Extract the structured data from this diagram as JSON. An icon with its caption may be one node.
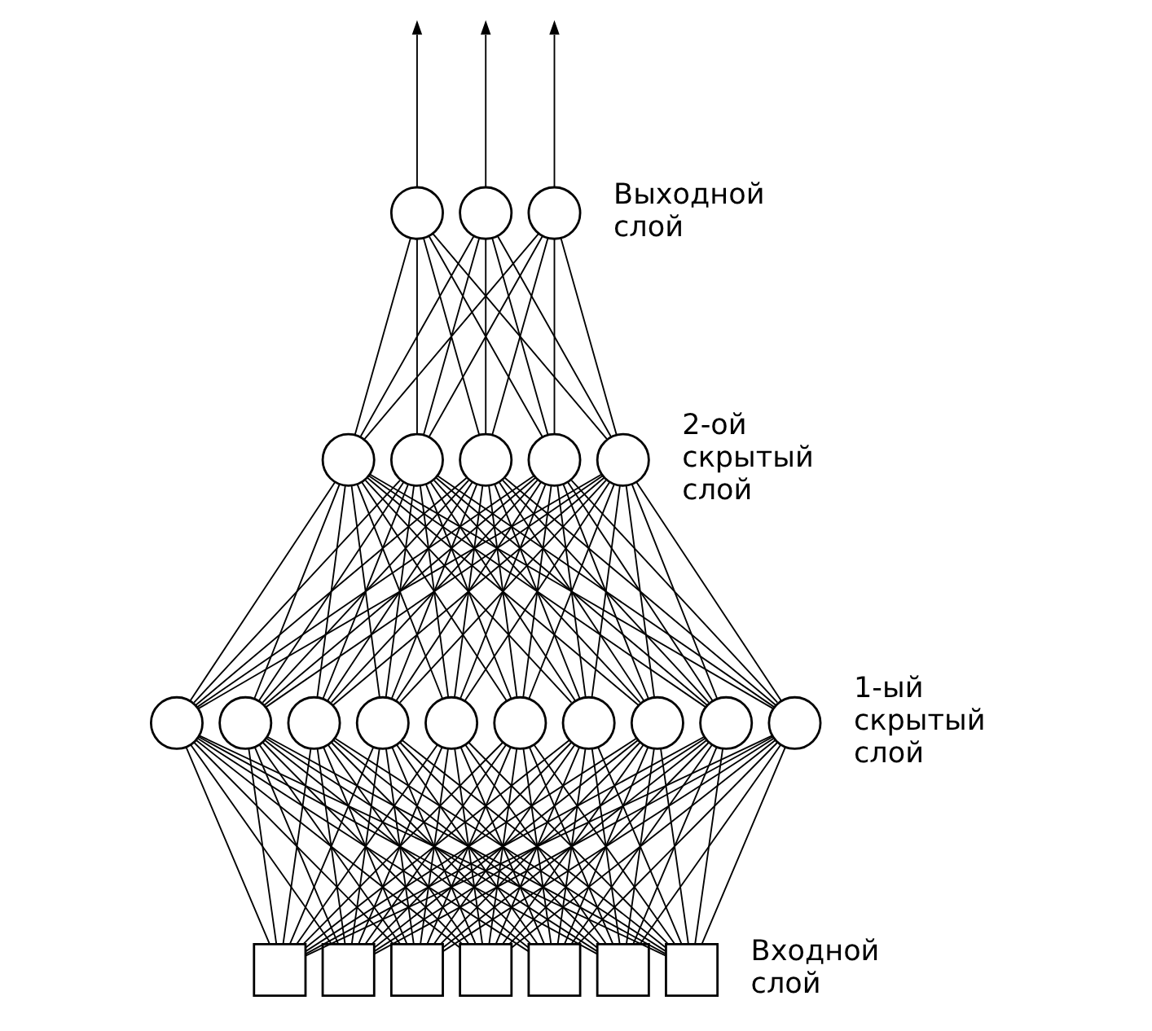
{
  "diagram": {
    "nodes": [
      {
        "text": [],
        "shape": "circle"
      },
      {
        "text": [],
        "shape": "circle"
      },
      {
        "text": [],
        "shape": "circle"
      },
      {
        "text": [],
        "shape": "circle"
      },
      {
        "text": [],
        "shape": "circle"
      },
      {
        "text": [],
        "shape": "circle"
      },
      {
        "text": [],
        "shape": "circle"
      },
      {
        "text": [],
        "shape": "circle"
      },
      {
        "text": [],
        "shape": "circle"
      },
      {
        "text": [],
        "shape": "circle"
      },
      {
        "text": [],
        "shape": "circle"
      },
      {
        "text": [],
        "shape": "circle"
      },
      {
        "text": [],
        "shape": "circle"
      },
      {
        "text": [],
        "shape": "circle"
      },
      {
        "text": [],
        "shape": "circle"
      },
      {
        "text": [],
        "shape": "circle"
      },
      {
        "text": [],
        "shape": "circle"
      },
      {
        "text": [],
        "shape": "circle"
      },
      {
        "text": [],
        "shape": "box"
      },
      {
        "text": [],
        "shape": "box"
      },
      {
        "text": [],
        "shape": "box"
      },
      {
        "text": [],
        "shape": "box"
      },
      {
        "text": [],
        "shape": "box"
      },
      {
        "text": [],
        "shape": "box"
      },
      {
        "text": [],
        "shape": "box"
      }
    ],
    "edges": [
      {
        "from": 0,
        "to": null,
        "arrow": "to"
      },
      {
        "from": 1,
        "to": null,
        "arrow": "to"
      },
      {
        "from": 2,
        "to": null,
        "arrow": "to"
      },
      {
        "from": 3,
        "to": 0,
        "arrow": "none"
      },
      {
        "from": 3,
        "to": 1,
        "arrow": "none"
      },
      {
        "from": 3,
        "to": 2,
        "arrow": "none"
      },
      {
        "from": 4,
        "to": 0,
        "arrow": "none"
      },
      {
        "from": 4,
        "to": 1,
        "arrow": "none"
      },
      {
        "from": 4,
        "to": 2,
        "arrow": "none"
      },
      {
        "from": 5,
        "to": 0,
        "arrow": "none"
      },
      {
        "from": 5,
        "to": 1,
        "arrow": "none"
      },
      {
        "from": 5,
        "to": 2,
        "arrow": "none"
      },
      {
        "from": 6,
        "to": 0,
        "arrow": "none"
      },
      {
        "from": 6,
        "to": 1,
        "arrow": "none"
      },
      {
        "from": 6,
        "to": 2,
        "arrow": "none"
      },
      {
        "from": 7,
        "to": 0,
        "arrow": "none"
      },
      {
        "from": 7,
        "to": 1,
        "arrow": "none"
      },
      {
        "from": 7,
        "to": 2,
        "arrow": "none"
      },
      {
        "from": 8,
        "to": 3,
        "arrow": "none"
      },
      {
        "from": 8,
        "to": 4,
        "arrow": "none"
      },
      {
        "from": 8,
        "to": 5,
        "arrow": "none"
      },
      {
        "from": 8,
        "to": 6,
        "arrow": "none"
      },
      {
        "from": 8,
        "to": 7,
        "arrow": "none"
      },
      {
        "from": 9,
        "to": 3,
        "arrow": "none"
      },
      {
        "from": 9,
        "to": 4,
        "arrow": "none"
      },
      {
        "from": 9,
        "to": 5,
        "arrow": "none"
      },
      {
        "from": 9,
        "to": 6,
        "arrow": "none"
      },
      {
        "from": 9,
        "to": 7,
        "arrow": "none"
      },
      {
        "from": 10,
        "to": 3,
        "arrow": "none"
      },
      {
        "from": 10,
        "to": 4,
        "arrow": "none"
      },
      {
        "from": 10,
        "to": 5,
        "arrow": "none"
      },
      {
        "from": 10,
        "to": 6,
        "arrow": "none"
      },
      {
        "from": 10,
        "to": 7,
        "arrow": "none"
      },
      {
        "from": 11,
        "to": 3,
        "arrow": "none"
      },
      {
        "from": 11,
        "to": 4,
        "arrow": "none"
      },
      {
        "from": 11,
        "to": 5,
        "arrow": "none"
      },
      {
        "from": 11,
        "to": 6,
        "arrow": "none"
      },
      {
        "from": 11,
        "to": 7,
        "arrow": "none"
      },
      {
        "from": 12,
        "to": 3,
        "arrow": "none"
      },
      {
        "from": 12,
        "to": 4,
        "arrow": "none"
      },
      {
        "from": 12,
        "to": 5,
        "arrow": "none"
      },
      {
        "from": 12,
        "to": 6,
        "arrow": "none"
      },
      {
        "from": 12,
        "to": 7,
        "arrow": "none"
      },
      {
        "from": 13,
        "to": 3,
        "arrow": "none"
      },
      {
        "from": 13,
        "to": 4,
        "arrow": "none"
      },
      {
        "from": 13,
        "to": 5,
        "arrow": "none"
      },
      {
        "from": 13,
        "to": 6,
        "arrow": "none"
      },
      {
        "from": 13,
        "to": 7,
        "arrow": "none"
      },
      {
        "from": 14,
        "to": 3,
        "arrow": "none"
      },
      {
        "from": 14,
        "to": 4,
        "arrow": "none"
      },
      {
        "from": 14,
        "to": 5,
        "arrow": "none"
      },
      {
        "from": 14,
        "to": 6,
        "arrow": "none"
      },
      {
        "from": 14,
        "to": 7,
        "arrow": "none"
      },
      {
        "from": 15,
        "to": 3,
        "arrow": "none"
      },
      {
        "from": 15,
        "to": 4,
        "arrow": "none"
      },
      {
        "from": 15,
        "to": 5,
        "arrow": "none"
      },
      {
        "from": 15,
        "to": 6,
        "arrow": "none"
      },
      {
        "from": 15,
        "to": 7,
        "arrow": "none"
      },
      {
        "from": 16,
        "to": 3,
        "arrow": "none"
      },
      {
        "from": 16,
        "to": 4,
        "arrow": "none"
      },
      {
        "from": 16,
        "to": 5,
        "arrow": "none"
      },
      {
        "from": 16,
        "to": 6,
        "arrow": "none"
      },
      {
        "from": 16,
        "to": 7,
        "arrow": "none"
      },
      {
        "from": 17,
        "to": 3,
        "arrow": "none"
      },
      {
        "from": 17,
        "to": 4,
        "arrow": "none"
      },
      {
        "from": 17,
        "to": 5,
        "arrow": "none"
      },
      {
        "from": 17,
        "to": 6,
        "arrow": "none"
      },
      {
        "from": 17,
        "to": 7,
        "arrow": "none"
      },
      {
        "from": 18,
        "to": 8,
        "arrow": "none"
      },
      {
        "from": 18,
        "to": 9,
        "arrow": "none"
      },
      {
        "from": 18,
        "to": 10,
        "arrow": "none"
      },
      {
        "from": 18,
        "to": 11,
        "arrow": "none"
      },
      {
        "from": 18,
        "to": 12,
        "arrow": "none"
      },
      {
        "from": 18,
        "to": 13,
        "arrow": "none"
      },
      {
        "from": 18,
        "to": 14,
        "arrow": "none"
      },
      {
        "from": 18,
        "to": 15,
        "arrow": "none"
      },
      {
        "from": 18,
        "to": 16,
        "arrow": "none"
      },
      {
        "from": 18,
        "to": 17,
        "arrow": "none"
      },
      {
        "from": 19,
        "to": 8,
        "arrow": "none"
      },
      {
        "from": 19,
        "to": 9,
        "arrow": "none"
      },
      {
        "from": 19,
        "to": 10,
        "arrow": "none"
      },
      {
        "from": 19,
        "to": 11,
        "arrow": "none"
      },
      {
        "from": 19,
        "to": 12,
        "arrow": "none"
      },
      {
        "from": 19,
        "to": 13,
        "arrow": "none"
      },
      {
        "from": 19,
        "to": 14,
        "arrow": "none"
      },
      {
        "from": 19,
        "to": 15,
        "arrow": "none"
      },
      {
        "from": 19,
        "to": 16,
        "arrow": "none"
      },
      {
        "from": 19,
        "to": 17,
        "arrow": "none"
      },
      {
        "from": 20,
        "to": 8,
        "arrow": "none"
      },
      {
        "from": 20,
        "to": 9,
        "arrow": "none"
      },
      {
        "from": 20,
        "to": 10,
        "arrow": "none"
      },
      {
        "from": 20,
        "to": 11,
        "arrow": "none"
      },
      {
        "from": 20,
        "to": 12,
        "arrow": "none"
      },
      {
        "from": 20,
        "to": 13,
        "arrow": "none"
      },
      {
        "from": 20,
        "to": 14,
        "arrow": "none"
      },
      {
        "from": 20,
        "to": 15,
        "arrow": "none"
      },
      {
        "from": 20,
        "to": 16,
        "arrow": "none"
      },
      {
        "from": 20,
        "to": 17,
        "arrow": "none"
      },
      {
        "from": 21,
        "to": 8,
        "arrow": "none"
      },
      {
        "from": 21,
        "to": 9,
        "arrow": "none"
      },
      {
        "from": 21,
        "to": 10,
        "arrow": "none"
      },
      {
        "from": 21,
        "to": 11,
        "arrow": "none"
      },
      {
        "from": 21,
        "to": 12,
        "arrow": "none"
      },
      {
        "from": 21,
        "to": 13,
        "arrow": "none"
      },
      {
        "from": 21,
        "to": 14,
        "arrow": "none"
      },
      {
        "from": 21,
        "to": 15,
        "arrow": "none"
      },
      {
        "from": 21,
        "to": 16,
        "arrow": "none"
      },
      {
        "from": 21,
        "to": 17,
        "arrow": "none"
      },
      {
        "from": 22,
        "to": 8,
        "arrow": "none"
      },
      {
        "from": 22,
        "to": 9,
        "arrow": "none"
      },
      {
        "from": 22,
        "to": 10,
        "arrow": "none"
      },
      {
        "from": 22,
        "to": 11,
        "arrow": "none"
      },
      {
        "from": 22,
        "to": 12,
        "arrow": "none"
      },
      {
        "from": 22,
        "to": 13,
        "arrow": "none"
      },
      {
        "from": 22,
        "to": 14,
        "arrow": "none"
      },
      {
        "from": 22,
        "to": 15,
        "arrow": "none"
      },
      {
        "from": 22,
        "to": 16,
        "arrow": "none"
      },
      {
        "from": 22,
        "to": 17,
        "arrow": "none"
      },
      {
        "from": 23,
        "to": 8,
        "arrow": "none"
      },
      {
        "from": 23,
        "to": 9,
        "arrow": "none"
      },
      {
        "from": 23,
        "to": 10,
        "arrow": "none"
      },
      {
        "from": 23,
        "to": 11,
        "arrow": "none"
      },
      {
        "from": 23,
        "to": 12,
        "arrow": "none"
      },
      {
        "from": 23,
        "to": 13,
        "arrow": "none"
      },
      {
        "from": 23,
        "to": 14,
        "arrow": "none"
      },
      {
        "from": 23,
        "to": 15,
        "arrow": "none"
      },
      {
        "from": 23,
        "to": 16,
        "arrow": "none"
      },
      {
        "from": 23,
        "to": 17,
        "arrow": "none"
      },
      {
        "from": 24,
        "to": 8,
        "arrow": "none"
      },
      {
        "from": 24,
        "to": 9,
        "arrow": "none"
      },
      {
        "from": 24,
        "to": 10,
        "arrow": "none"
      },
      {
        "from": 24,
        "to": 11,
        "arrow": "none"
      },
      {
        "from": 24,
        "to": 12,
        "arrow": "none"
      },
      {
        "from": 24,
        "to": 13,
        "arrow": "none"
      },
      {
        "from": 24,
        "to": 14,
        "arrow": "none"
      },
      {
        "from": 24,
        "to": 15,
        "arrow": "none"
      },
      {
        "from": 24,
        "to": 16,
        "arrow": "none"
      },
      {
        "from": 24,
        "to": 17,
        "arrow": "none"
      }
    ],
    "labels": [
      "Выходной слой",
      "2-ой скрытый слой",
      "1-ый скрытый слой",
      "Входной слой"
    ]
  }
}
